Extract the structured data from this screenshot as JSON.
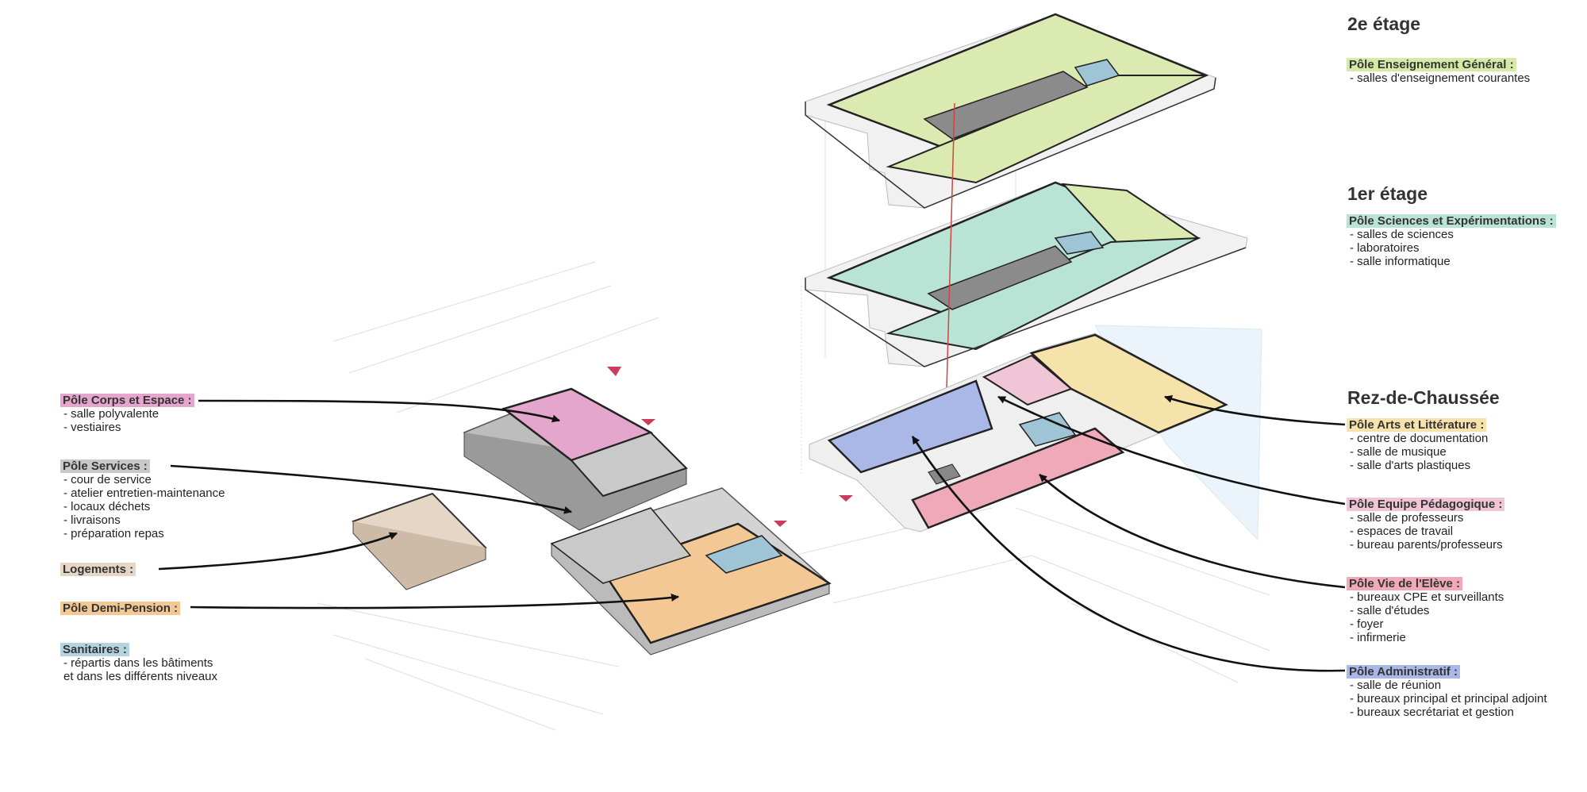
{
  "levels": {
    "second": "2e étage",
    "first": "1er étage",
    "ground": "Rez-de-Chaussée"
  },
  "legend_right": [
    {
      "title": "Pôle Enseignement Général :",
      "color": "#d6eaa8",
      "items": [
        "salles d'enseignement courantes"
      ]
    },
    {
      "title": "Pôle Sciences et Expérimentations :",
      "color": "#b9e3d4",
      "items": [
        "salles de sciences",
        "laboratoires",
        "salle informatique"
      ]
    },
    {
      "title": "Pôle Arts et Littérature :",
      "color": "#f6e2ab",
      "items": [
        "centre de documentation",
        "salle de musique",
        "salle d'arts plastiques"
      ]
    },
    {
      "title": "Pôle Equipe Pédagogique :",
      "color": "#f0c6d6",
      "items": [
        "salle de professeurs",
        "espaces de travail",
        "bureau parents/professeurs"
      ]
    },
    {
      "title": "Pôle Vie de l'Elève :",
      "color": "#efa9b8",
      "items": [
        "bureaux CPE et surveillants",
        "salle d'études",
        "foyer",
        "infirmerie"
      ]
    },
    {
      "title": "Pôle Administratif :",
      "color": "#aab8e8",
      "items": [
        "salle de réunion",
        "bureaux principal et principal adjoint",
        "bureaux secrétariat et gestion"
      ]
    }
  ],
  "legend_left": [
    {
      "title": "Pôle Corps et Espace :",
      "color": "#e4a6cc",
      "items": [
        "salle polyvalente",
        "vestiaires"
      ]
    },
    {
      "title": "Pôle Services :",
      "color": "#c9c9c9",
      "items": [
        "cour de service",
        "atelier entretien-maintenance",
        "locaux déchets",
        "livraisons",
        "préparation repas"
      ]
    },
    {
      "title": "Logements :",
      "color": "#e6d6c6",
      "items": []
    },
    {
      "title": "Pôle Demi-Pension :",
      "color": "#f4c894",
      "items": []
    },
    {
      "title": "Sanitaires :",
      "color": "#b5d4e0",
      "items": [
        "répartis dans les bâtiments"
      ],
      "continuation": "et dans les différents niveaux"
    }
  ]
}
